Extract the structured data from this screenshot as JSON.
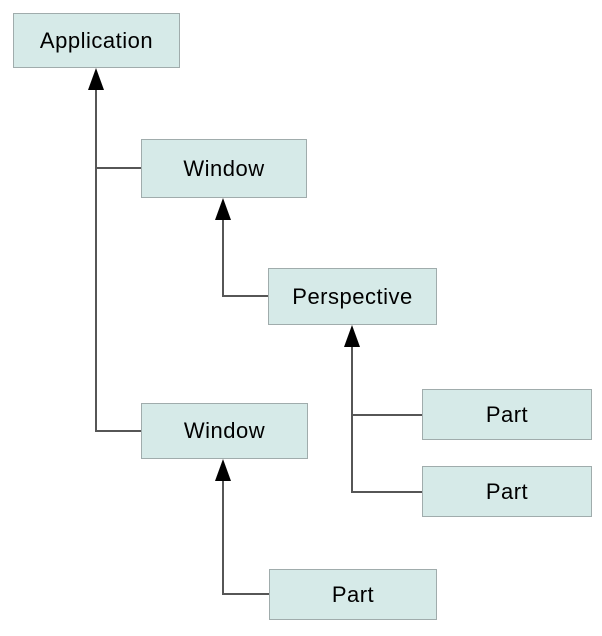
{
  "diagram": {
    "type": "containment-tree",
    "nodes": [
      {
        "id": "application",
        "label": "Application"
      },
      {
        "id": "window-1",
        "label": "Window"
      },
      {
        "id": "perspective",
        "label": "Perspective"
      },
      {
        "id": "window-2",
        "label": "Window"
      },
      {
        "id": "part-1",
        "label": "Part"
      },
      {
        "id": "part-2",
        "label": "Part"
      },
      {
        "id": "part-3",
        "label": "Part"
      }
    ],
    "edges": [
      {
        "from": "window-1",
        "to": "application"
      },
      {
        "from": "window-2",
        "to": "application"
      },
      {
        "from": "perspective",
        "to": "window-1"
      },
      {
        "from": "part-1",
        "to": "perspective"
      },
      {
        "from": "part-2",
        "to": "perspective"
      },
      {
        "from": "part-3",
        "to": "window-2"
      }
    ],
    "colors": {
      "background": "#ffffff",
      "node_fill": "#d6eae8",
      "node_border": "#a0acac",
      "edge_line": "#565656",
      "arrowhead": "#000000",
      "text": "#000000"
    }
  }
}
